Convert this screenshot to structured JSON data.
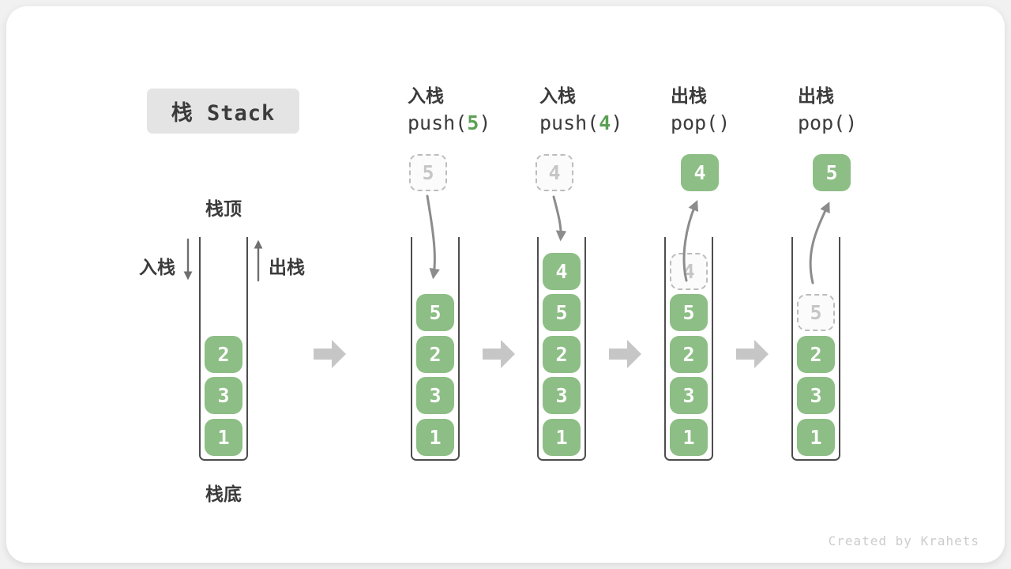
{
  "title": "栈 Stack",
  "legend": {
    "stack_top": "栈顶",
    "stack_bottom": "栈底",
    "push_label": "入栈",
    "pop_label": "出栈"
  },
  "operations": [
    {
      "name": "入栈",
      "code_prefix": "push(",
      "code_arg": "5",
      "code_suffix": ")"
    },
    {
      "name": "入栈",
      "code_prefix": "push(",
      "code_arg": "4",
      "code_suffix": ")"
    },
    {
      "name": "出栈",
      "code_prefix": "pop(",
      "code_arg": "",
      "code_suffix": ")"
    },
    {
      "name": "出栈",
      "code_prefix": "pop(",
      "code_arg": "",
      "code_suffix": ")"
    }
  ],
  "panels": [
    {
      "label": "initial-stack",
      "cells": [
        {
          "value": "2"
        },
        {
          "value": "3"
        },
        {
          "value": "1"
        }
      ]
    },
    {
      "label": "after-push-5",
      "cells": [
        {
          "value": "5"
        },
        {
          "value": "2"
        },
        {
          "value": "3"
        },
        {
          "value": "1"
        }
      ],
      "floating": {
        "value": "5",
        "variant": "dashed",
        "direction": "push"
      }
    },
    {
      "label": "after-push-4",
      "cells": [
        {
          "value": "4"
        },
        {
          "value": "5"
        },
        {
          "value": "2"
        },
        {
          "value": "3"
        },
        {
          "value": "1"
        }
      ],
      "floating": {
        "value": "4",
        "variant": "dashed",
        "direction": "push"
      }
    },
    {
      "label": "after-pop-4",
      "cells": [
        {
          "value": "4",
          "ghost": true
        },
        {
          "value": "5"
        },
        {
          "value": "2"
        },
        {
          "value": "3"
        },
        {
          "value": "1"
        }
      ],
      "floating": {
        "value": "4",
        "variant": "solid",
        "direction": "pop"
      }
    },
    {
      "label": "after-pop-5",
      "cells": [
        {
          "value": "5",
          "ghost": true
        },
        {
          "value": "2"
        },
        {
          "value": "3"
        },
        {
          "value": "1"
        }
      ],
      "floating": {
        "value": "5",
        "variant": "solid",
        "direction": "pop"
      }
    }
  ],
  "watermark": "Created by Krahets",
  "colors": {
    "cell_green": "#8dbe85",
    "code_arg_green": "#5ba053",
    "ink": "#3b3b3b",
    "wall_gray": "#4d4d4d",
    "curve_arrow_gray": "#8c8c8c",
    "block_arrow_gray": "#c6c6c6",
    "ghost_border": "#bcbcbc",
    "ghost_text": "#c6c6c6",
    "ghost_bg": "#fbfbfb",
    "title_bg": "#e4e4e4",
    "watermark_gray": "#cccccc",
    "card_bg": "#ffffff",
    "page_bg": "#f1f1f1"
  }
}
